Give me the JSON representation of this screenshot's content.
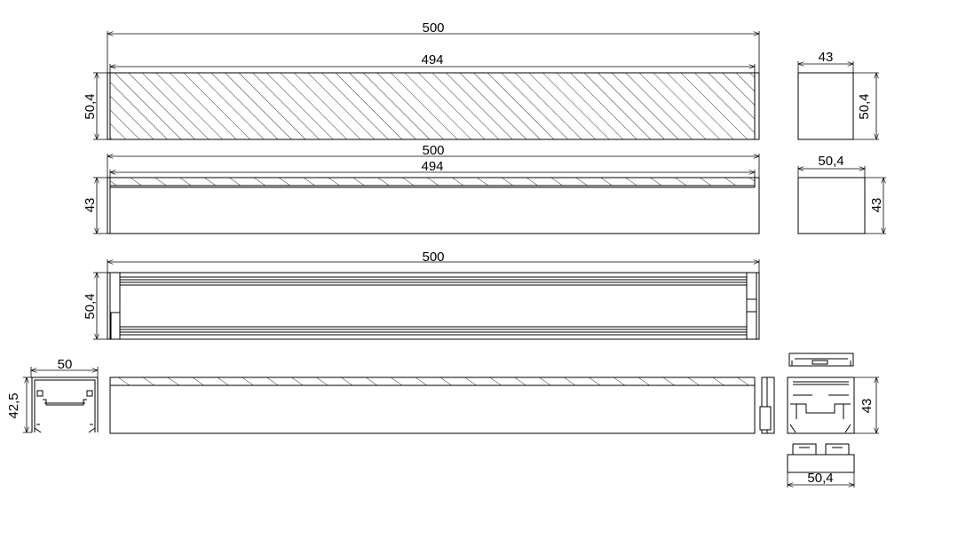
{
  "dims": {
    "top_overall_length": "500",
    "top_inner_length": "494",
    "top_height": "50,4",
    "end_top_width": "43",
    "end_top_height": "50,4",
    "side_overall_length": "500",
    "side_inner_length": "494",
    "side_height": "43",
    "end_side_width": "50,4",
    "end_side_height": "43",
    "bottom_length": "500",
    "bottom_height": "50,4",
    "profile_width": "50",
    "profile_height": "42,5",
    "end_cap_height": "43",
    "end_cap_width": "50,4"
  }
}
